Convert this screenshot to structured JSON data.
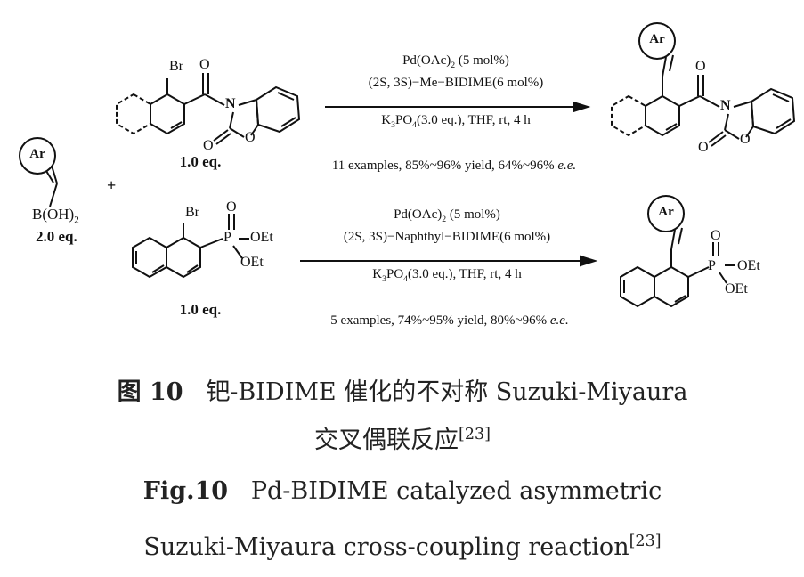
{
  "reagent_boronic": {
    "ring": "Ar",
    "group": "B(OH)",
    "group_sub": "2",
    "eq": "2.0 eq."
  },
  "plus": "+",
  "reaction1": {
    "substrate": {
      "br": "Br",
      "o1": "O",
      "n": "N",
      "o2": "O",
      "o3": "O",
      "eq": "1.0 eq."
    },
    "cond1": "Pd(OAc)",
    "cond1_sub": "2",
    "cond1_tail": " (5 mol%)",
    "cond2": "(2S, 3S)−Me−BIDIME(6 mol%)",
    "cond3_a": "K",
    "cond3_sub1": "3",
    "cond3_b": "PO",
    "cond3_sub2": "4",
    "cond3_c": "(3.0 eq.), THF, rt, 4 h",
    "summary": "11 examples, 85%~96% yield, 64%~96% ",
    "summary_ee": "e.e.",
    "product": {
      "ring": "Ar",
      "o1": "O",
      "n": "N",
      "o2": "O",
      "o3": "O"
    }
  },
  "reaction2": {
    "substrate": {
      "br": "Br",
      "o": "O",
      "p": "P",
      "oet1": "OEt",
      "oet2": "OEt",
      "eq": "1.0 eq."
    },
    "cond1": "Pd(OAc)",
    "cond1_sub": "2",
    "cond1_tail": " (5 mol%)",
    "cond2": "(2S, 3S)−Naphthyl−BIDIME(6 mol%)",
    "cond3_a": "K",
    "cond3_sub1": "3",
    "cond3_b": "PO",
    "cond3_sub2": "4",
    "cond3_c": "(3.0 eq.), THF, rt, 4 h",
    "summary": "5 examples, 74%~95% yield, 80%~96% ",
    "summary_ee": "e.e.",
    "product": {
      "ring": "Ar",
      "o": "O",
      "p": "P",
      "oet1": "OEt",
      "oet2": "OEt"
    }
  },
  "caption": {
    "cn_label": "图 10",
    "cn_line1": "钯-BIDIME 催化的不对称 Suzuki-Miyaura",
    "cn_line2": "交叉偶联反应",
    "cn_ref": "[23]",
    "en_label": "Fig.10",
    "en_line1": "Pd-BIDIME catalyzed asymmetric",
    "en_line2": "Suzuki-Miyaura cross-coupling reaction",
    "en_ref": "[23]"
  }
}
